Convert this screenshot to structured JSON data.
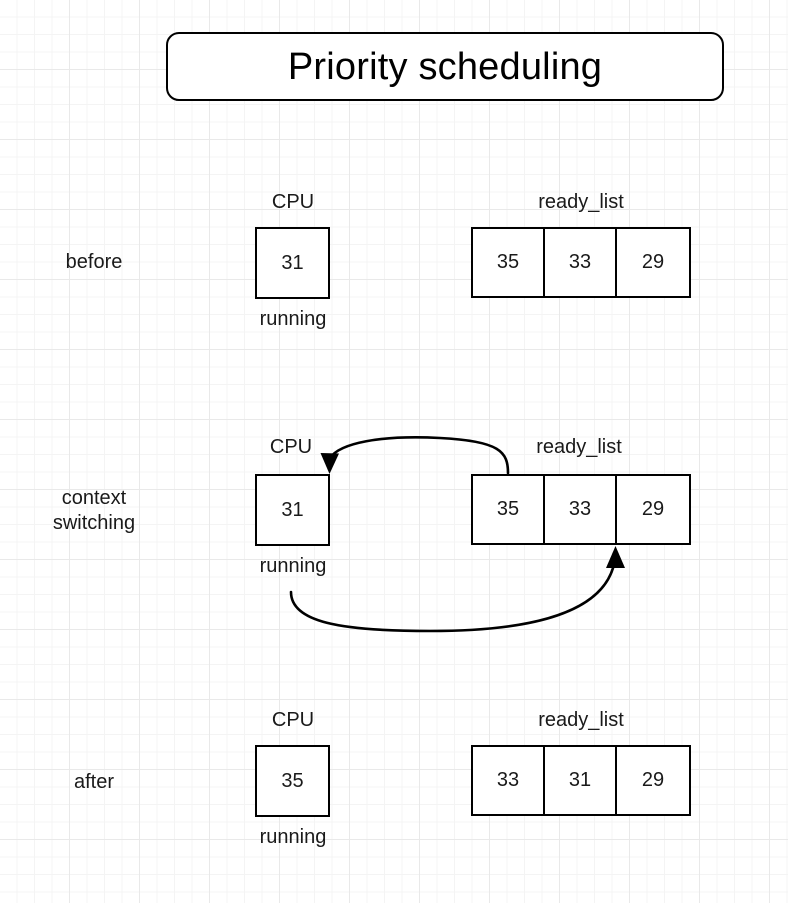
{
  "title": {
    "text": "Priority scheduling"
  },
  "columns": {
    "cpu_label": "CPU",
    "cpu_caption": "running",
    "ready_label": "ready_list"
  },
  "rows": [
    {
      "label": "before",
      "cpu_label": "CPU",
      "cpu_value": "31",
      "cpu_caption": "running",
      "ready_label": "ready_list",
      "ready_cells": [
        "35",
        "33",
        "29"
      ]
    },
    {
      "label": "context\nswitching",
      "cpu_label": "CPU",
      "cpu_value": "31",
      "cpu_caption": "running",
      "ready_label": "ready_list",
      "ready_cells": [
        "35",
        "33",
        "29"
      ]
    },
    {
      "label": "after",
      "cpu_label": "CPU",
      "cpu_value": "35",
      "cpu_caption": "running",
      "ready_label": "ready_list",
      "ready_cells": [
        "33",
        "31",
        "29"
      ]
    }
  ],
  "arrows": [
    {
      "name": "ready-to-cpu-arrow",
      "from": "ready_list head cell 35",
      "to": "CPU box"
    },
    {
      "name": "cpu-to-ready-arrow",
      "from": "CPU box",
      "to": "ready_list between 33 and 29"
    }
  ],
  "colors": {
    "stroke": "#000000",
    "text": "#1a1a1a",
    "background": "#ffffff",
    "grid_minor": "#f4f4f4",
    "grid_major": "#e9e9e9"
  }
}
